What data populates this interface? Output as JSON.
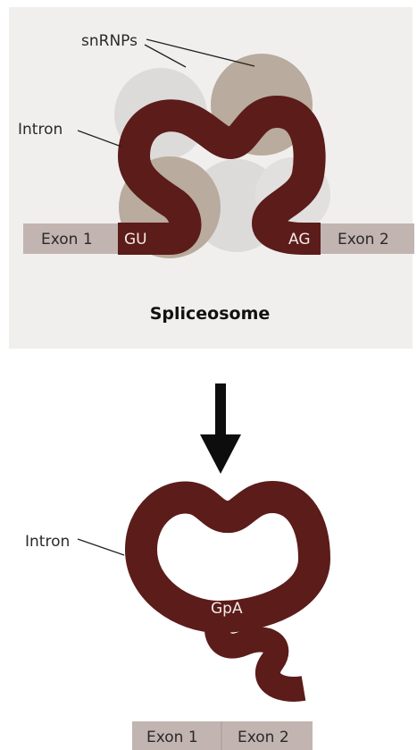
{
  "spliceosome_panel": {
    "snrnps_label": "snRNPs",
    "intron_label": "Intron",
    "exon1_label": "Exon 1",
    "exon2_label": "Exon 2",
    "site_5_label": "GU",
    "site_3_label": "AG",
    "caption": "Spliceosome"
  },
  "product_panel": {
    "intron_label": "Intron",
    "branch_label": "GpA",
    "exon1_label": "Exon 1",
    "exon2_label": "Exon 2"
  },
  "colors": {
    "panel_background": "#f1efed",
    "intron": "#5b1c1a",
    "exon": "#c2b4b1",
    "snrnp_dark": "#b9ab9d",
    "snrnp_light": "#dcdbda",
    "arrow": "#0d0d0d"
  }
}
